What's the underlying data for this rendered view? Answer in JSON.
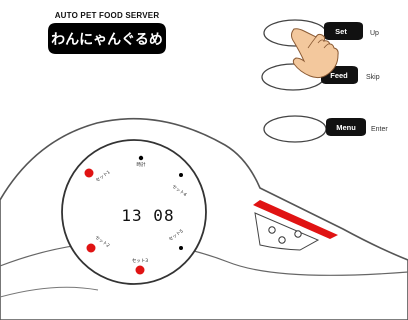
{
  "brand": {
    "top_text": "AUTO PET FOOD SERVER",
    "logo_text": "わんにゃんぐるめ"
  },
  "buttons": [
    {
      "key": "set",
      "label": "Set",
      "side": "Up"
    },
    {
      "key": "feed",
      "label": "Feed",
      "side": "Skip"
    },
    {
      "key": "menu",
      "label": "Menu",
      "side": "Enter"
    }
  ],
  "display": {
    "time": "13 08",
    "slot_labels": {
      "top": "時計",
      "upper_left": "セット1",
      "upper_right": "セット4",
      "left": "セット2",
      "bottom": "セット3",
      "lower_right": "セット5"
    }
  },
  "colors": {
    "accent_red": "#e01313",
    "ink": "#111111",
    "stroke": "#444444"
  },
  "icons": {
    "hand": "pointing-hand-icon"
  }
}
